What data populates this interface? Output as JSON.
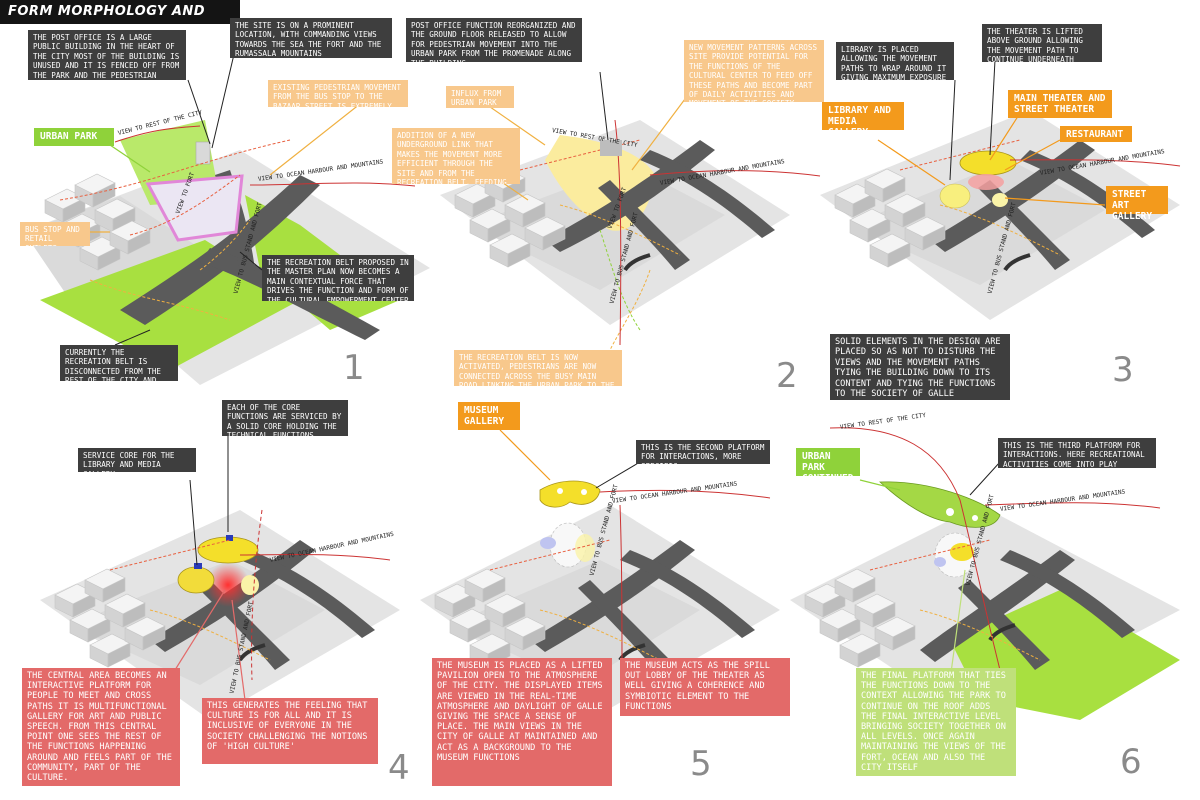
{
  "title": "FORM MORPHOLOGY AND ANALYSIS",
  "numbers": [
    "1",
    "2",
    "3",
    "4",
    "5",
    "6"
  ],
  "colors": {
    "orange": "#f39a1c",
    "orange_light": "#f8c88c",
    "green": "#8fd23a",
    "red_note": "#e36a69",
    "dark_note": "#3e3e3e",
    "road": "#5b5b5b",
    "ground": "#e2e2e2"
  },
  "panel1": {
    "note_post_office": "The post office is a large public building in the heart of the city most of the building is unused and it is fenced off from the park and the pedestrian paths",
    "note_site": "The site is on a prominent location, with commanding views towards the sea the fort and the Rumassala mountains",
    "note_pedestrian": "Existing pedestrian movement from the bus stop to the bazaar street is extremely strong",
    "tag_urban_park": "URBAN PARK",
    "note_bus_stop": "Bus stop and retail outlets",
    "note_recreation": "The recreation belt proposed in the master plan now becomes a main contextual force that drives the function and form of the cultural empowerment center",
    "note_disconnected": "Currently the recreation belt is disconnected from the rest of the city and movement is dulled",
    "road_rest": "View to rest of the city",
    "road_ocean": "View to ocean harbour and mountains",
    "road_fort": "View to fort",
    "road_bus": "View to bus stand and fort"
  },
  "panel2": {
    "note_post_office": "Post office function reorganized and the ground floor released to allow for pedestrian movement into the urban park from the promenade along the building",
    "note_movement": "New movement patterns across site provide potential for the functions of the cultural center to feed off these paths and become part of daily activities and movement of the society",
    "note_influx": "Influx from urban park",
    "note_underground": "Addition of a new underground link that makes the movement more efficient through the site and from the recreation belt, feeding people to and from it",
    "note_activated": "The recreation belt is now activated, pedestrians are now connected across the busy main road linking the urban park to the recreation belt",
    "road_rest": "View to rest of the city",
    "road_ocean": "View to ocean harbour and mountains",
    "road_fort": "View to fort",
    "road_bus": "View to bus stand and fort"
  },
  "panel3": {
    "note_library": "Library is placed allowing the movement paths to wrap around it giving maximum exposure to it",
    "note_theater": "The theater is lifted above ground allowing the movement path to continue underneath",
    "tag_library": "LIBRARY AND MEDIA GALLERY",
    "tag_theater": "MAIN THEATER AND STREET THEATER",
    "tag_restaurant": "RESTAURANT",
    "tag_street_art": "STREET ART GALLERY",
    "note_solid": "Solid elements in the design are placed so as not to disturb the views and the movement paths tying the building down to its content and tying the functions to the society of Galle",
    "road_ocean": "View to ocean harbour and mountains",
    "road_bus": "View to bus stand and fort"
  },
  "panel4": {
    "note_core": "Each of the core functions are serviced by a solid core holding the technical functions",
    "note_service": "Service core for the library and media gallery",
    "note_central": "The central area becomes an interactive platform for people to meet and cross paths it is multifunctional gallery for art and public speech. From this central point one sees the rest of the functions happening around and feels part of the community, part of the culture.",
    "note_feeling": "This generates the feeling that culture is for all and it is inclusive of everyone in the society challenging the notions of 'high culture'",
    "road_ocean": "View to ocean harbour and mountains",
    "road_bus": "View to bus stand and fort"
  },
  "panel5": {
    "tag_museum": "MUSEUM GALLERY",
    "note_second": "This is the second platform for interactions, more specific",
    "note_museum": "The museum is placed as a lifted pavilion open to the atmosphere of the city. The displayed items are viewed in the real-time atmosphere and daylight of Galle giving the space a sense of place. The main views in the city of Galle at maintained and act as a background to the museum functions",
    "note_spill": "The museum acts as the spill out lobby of the theater as well giving a coherence and symbiotic element to the functions",
    "road_ocean": "View to ocean harbour and mountains",
    "road_bus": "View to bus stand and fort"
  },
  "panel6": {
    "road_rest": "View to rest of the city",
    "tag_urban_park": "URBAN PARK CONTINUED",
    "note_third": "This is the third platform for interactions. Here recreational activities come into play",
    "note_final": "The final platform that ties the functions down to the context allowing the park to continue on the roof adds the final interactive level bringing society together on all levels. Once again maintaining the views of the fort, ocean and also the city itself",
    "road_ocean": "View to ocean harbour and mountains",
    "road_bus": "View to bus stand and fort"
  }
}
